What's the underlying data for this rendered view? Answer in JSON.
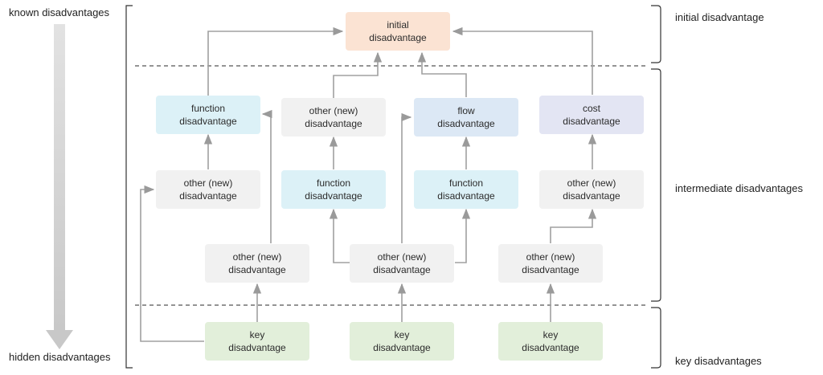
{
  "left_labels": {
    "top": "known disadvantages",
    "bottom": "hidden disadvantages"
  },
  "right_labels": {
    "initial": "initial disadvantage",
    "intermediate": "intermediate disadvantages",
    "key": "key disadvantages"
  },
  "nodes": {
    "initial": {
      "line1": "initial",
      "line2": "disadvantage"
    },
    "function_a": {
      "line1": "function",
      "line2": "disadvantage"
    },
    "other_b": {
      "line1": "other (new)",
      "line2": "disadvantage"
    },
    "flow_c": {
      "line1": "flow",
      "line2": "disadvantage"
    },
    "cost_d": {
      "line1": "cost",
      "line2": "disadvantage"
    },
    "other_a2": {
      "line1": "other (new)",
      "line2": "disadvantage"
    },
    "function_b2": {
      "line1": "function",
      "line2": "disadvantage"
    },
    "function_c2": {
      "line1": "function",
      "line2": "disadvantage"
    },
    "other_d2": {
      "line1": "other (new)",
      "line2": "disadvantage"
    },
    "other_l3a": {
      "line1": "other (new)",
      "line2": "disadvantage"
    },
    "other_l3b": {
      "line1": "other (new)",
      "line2": "disadvantage"
    },
    "other_l3c": {
      "line1": "other (new)",
      "line2": "disadvantage"
    },
    "key_1": {
      "line1": "key",
      "line2": "disadvantage"
    },
    "key_2": {
      "line1": "key",
      "line2": "disadvantage"
    },
    "key_3": {
      "line1": "key",
      "line2": "disadvantage"
    }
  }
}
